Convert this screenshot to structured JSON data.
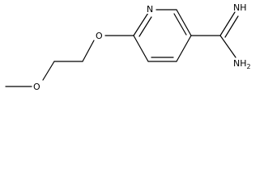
{
  "molecule": {
    "atoms": {
      "ring_nitrogen": "N",
      "ether_oxygen_ring": "O",
      "ether_oxygen_chain": "O",
      "imine": "NH",
      "amine": "NH2"
    },
    "colors": {
      "bond": "#000000",
      "label": "#000000",
      "background": "#ffffff"
    }
  }
}
